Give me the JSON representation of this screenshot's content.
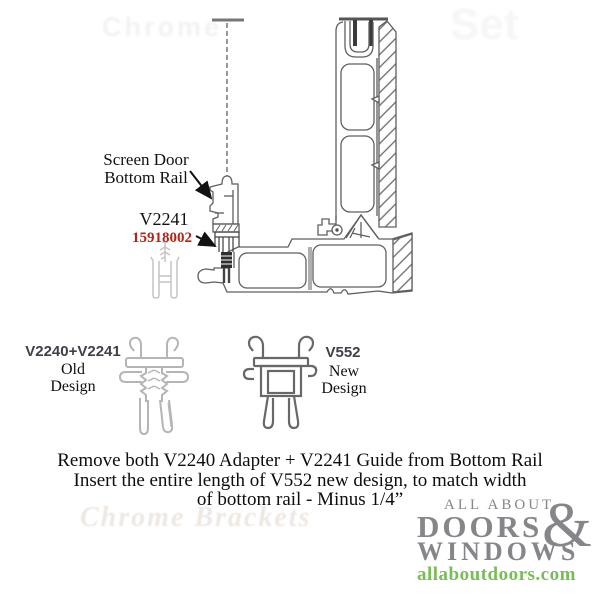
{
  "diagram": {
    "labels": {
      "bottom_rail_line1": "Screen Door",
      "bottom_rail_line2": "Bottom Rail",
      "part_code": "V2241",
      "part_number": "15918002"
    },
    "drawing_parts": [
      "screen-door-bottom-rail-cross-section",
      "v2241-guide",
      "door-sill-cross-section",
      "door-panel-vertical-cross-section",
      "small-guide-profile"
    ]
  },
  "profiles": {
    "old": {
      "code": "V2240+V2241",
      "design_line1": "Old",
      "design_line2": "Design"
    },
    "new": {
      "code": "V552",
      "design_line1": "New",
      "design_line2": "Design"
    }
  },
  "instructions": {
    "line1": "Remove both V2240 Adapter + V2241 Guide from Bottom Rail",
    "line2": "Insert the entire length of V552 new design, to match width",
    "line3": "of bottom rail - Minus 1/4”"
  },
  "logo": {
    "line1": "ALL ABOUT",
    "line2": "DOORS",
    "ampersand": "&",
    "line3": "WINDOWS",
    "website": "allaboutdoors.com"
  },
  "watermarks": {
    "top_left": "Chrome",
    "top_right": "Set",
    "bottom": "Chrome Brackets"
  },
  "colors": {
    "part_number_red": "#b32318",
    "profile_label_slate": "#3f4149",
    "logo_gray": "#85868a",
    "logo_green": "#79bd57",
    "drawing_stroke": "#5f5f5f",
    "old_profile_light_gray": "#b5b5b5"
  }
}
